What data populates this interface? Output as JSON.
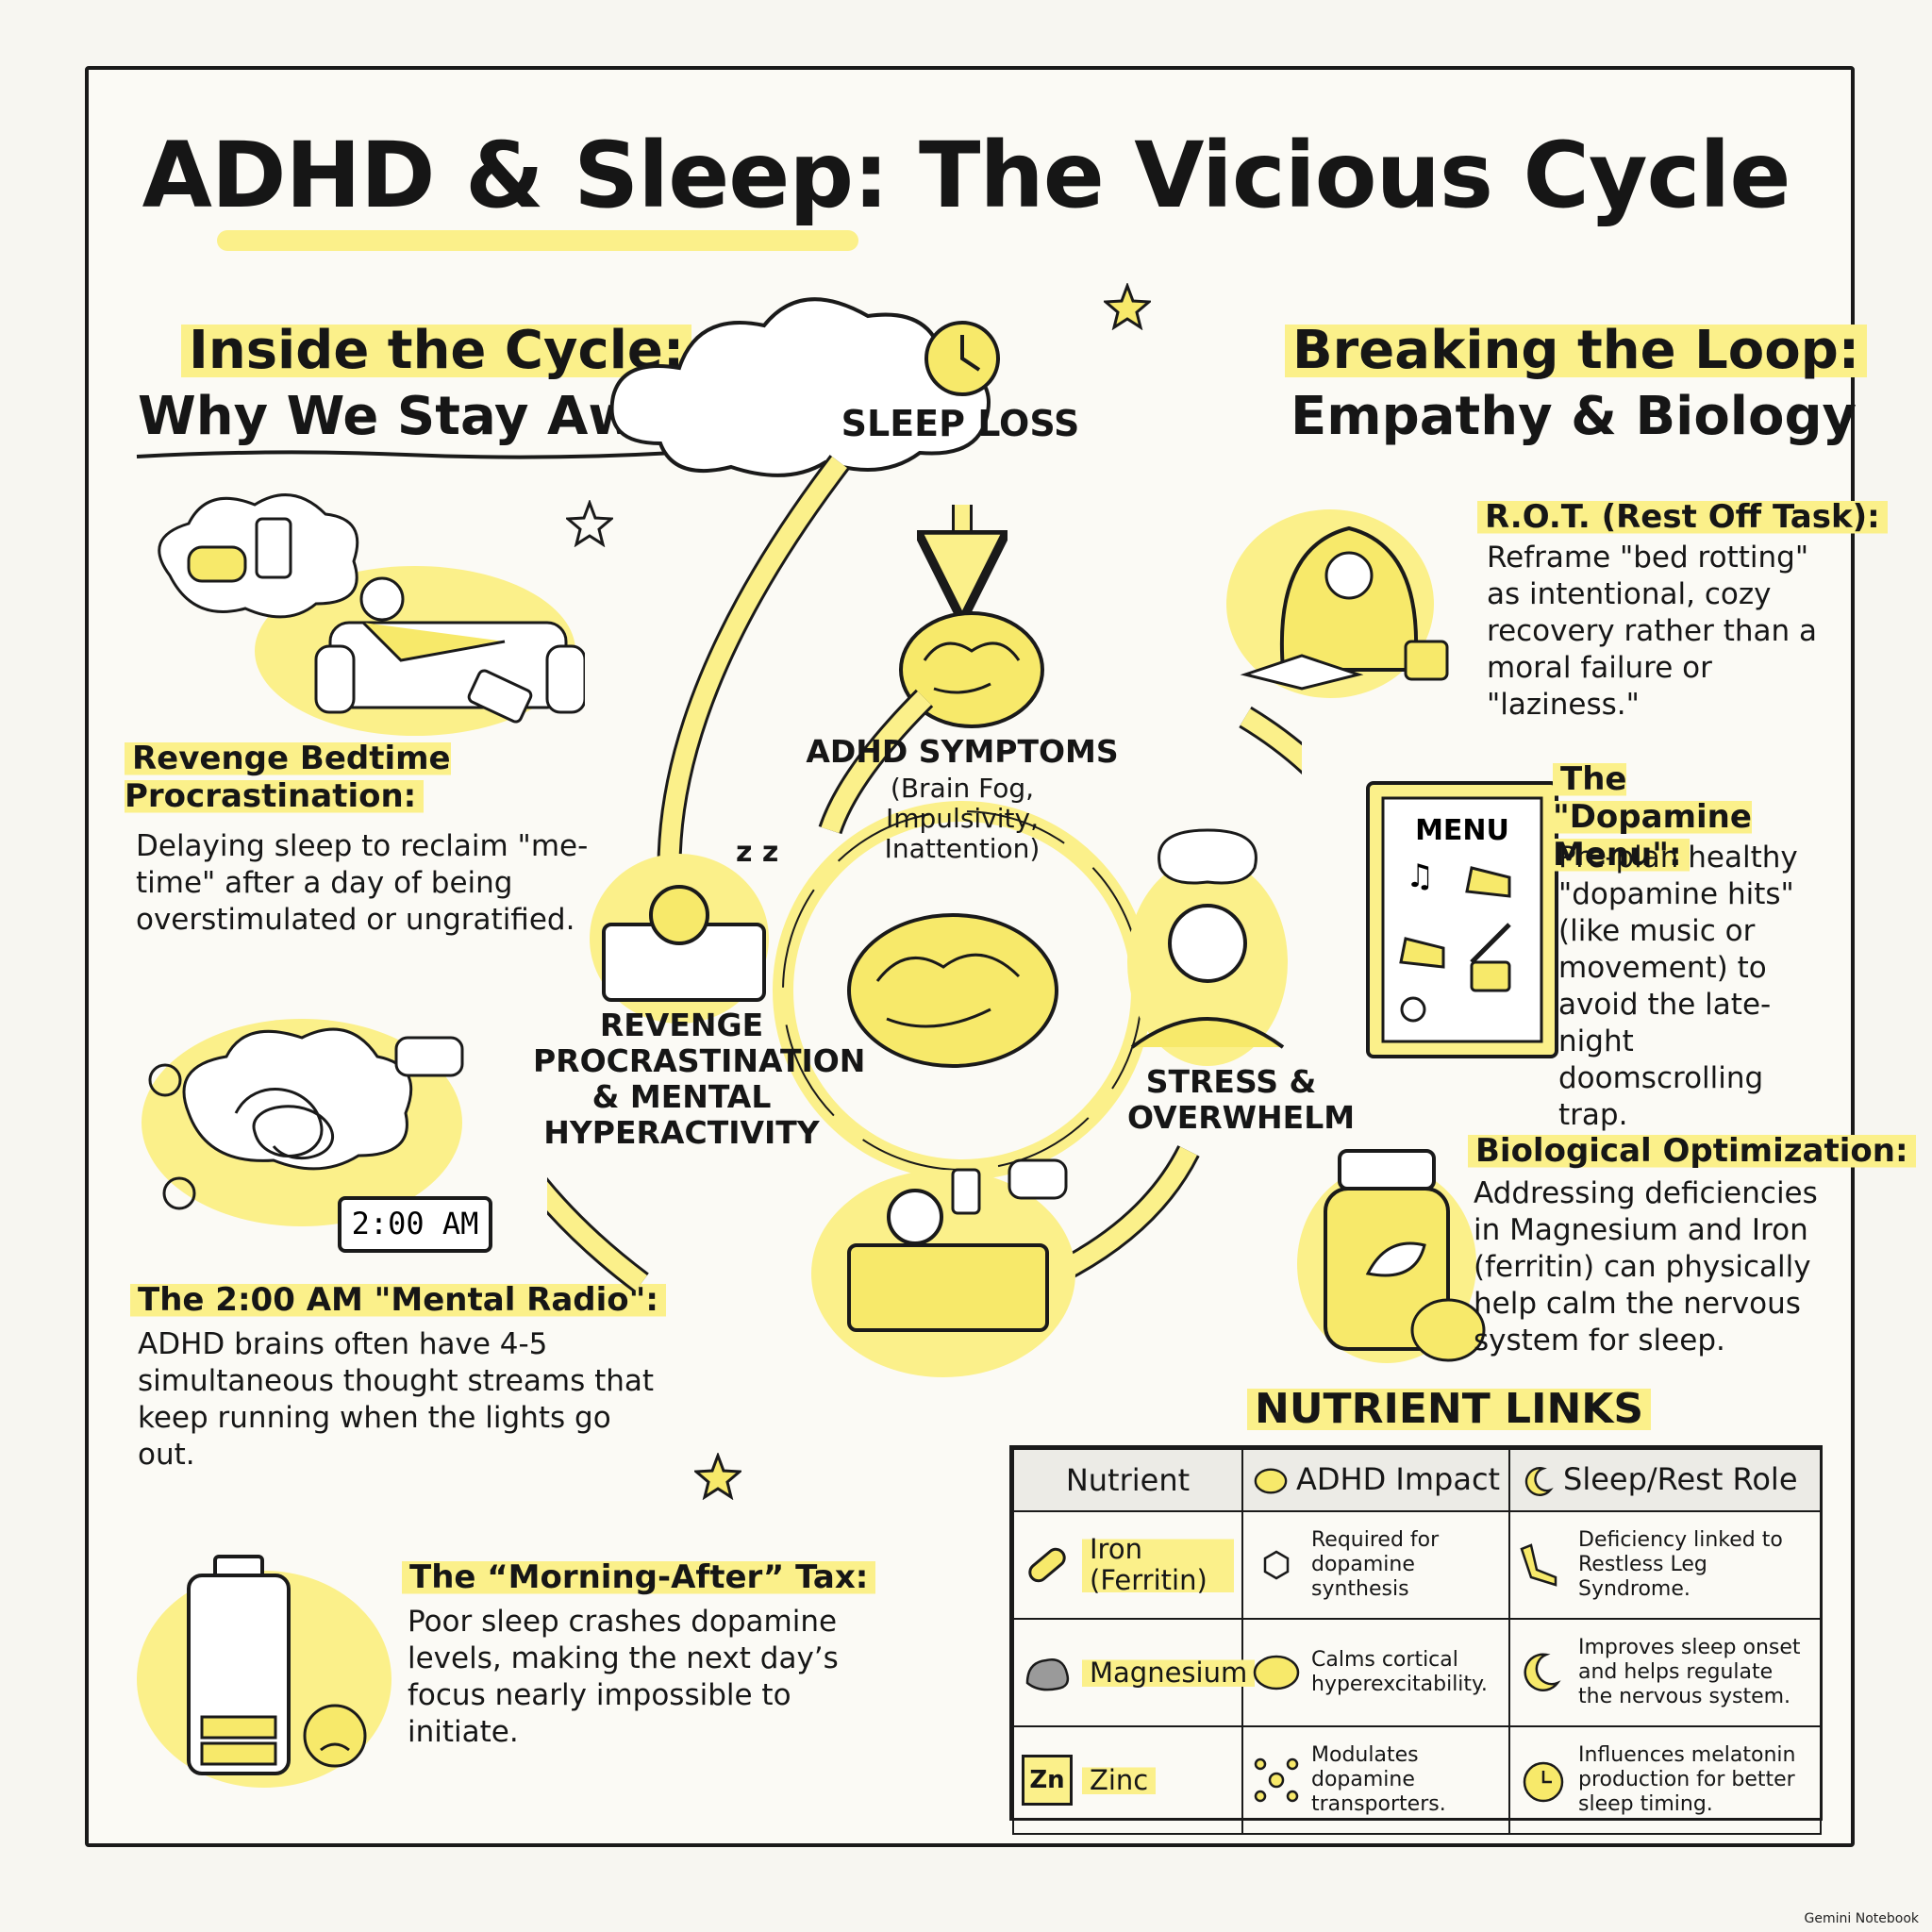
{
  "title": "ADHD & Sleep: The Vicious Cycle",
  "left": {
    "heading1": "Inside the Cycle:",
    "heading2": "Why We Stay Awake",
    "items": [
      {
        "title": "Revenge Bedtime Procrastination:",
        "body": "Delaying sleep to reclaim \"me-time\" after a day of being overstimulated or ungratified."
      },
      {
        "title": "The 2:00 AM \"Mental Radio\":",
        "body": "ADHD brains often have 4-5 simultaneous thought streams that keep running when the lights go out."
      },
      {
        "title": "The “Morning-After” Tax:",
        "body": "Poor sleep crashes dopamine levels, making the next day’s focus nearly impossible to initiate."
      }
    ],
    "clock_text": "2:00 AM"
  },
  "cycle": {
    "sleep_loss": "SLEEP LOSS",
    "symptoms_title": "ADHD SYMPTOMS",
    "symptoms_sub": "(Brain Fog, Impulsivity, Inattention)",
    "stress": "STRESS & OVERWHELM",
    "revenge": "REVENGE PROCRASTINATION & MENTAL HYPERACTIVITY",
    "zz": "z z"
  },
  "right": {
    "heading1": "Breaking the Loop:",
    "heading2": "Empathy & Biology",
    "items": [
      {
        "title": "R.O.T. (Rest Off Task):",
        "body": "Reframe \"bed rotting\" as intentional, cozy recovery rather than a moral failure or \"laziness.\""
      },
      {
        "title": "The \"Dopamine Menu\":",
        "body": "Pre-plan healthy \"dopamine hits\" (like music or movement) to avoid the late-night doomscrolling trap."
      },
      {
        "title": "Biological Optimization:",
        "body": "Addressing deficiencies in Magnesium and Iron (ferritin) can physically help calm the nervous system for sleep."
      }
    ],
    "menu_label": "MENU"
  },
  "nutrients": {
    "heading": "NUTRIENT LINKS",
    "columns": [
      "Nutrient",
      "ADHD Impact",
      "Sleep/Rest Role"
    ],
    "rows": [
      {
        "name": "Iron (Ferritin)",
        "impact": "Required for dopamine synthesis",
        "role": "Deficiency linked to Restless Leg Syndrome."
      },
      {
        "name": "Magnesium",
        "impact": "Calms cortical hyperexcitability.",
        "role": "Improves sleep onset and helps regulate the nervous system."
      },
      {
        "name": "Zinc",
        "impact": "Modulates dopamine transporters.",
        "role": "Influences melatonin production for better sleep timing."
      }
    ],
    "zinc_symbol": "Zn"
  },
  "credit": "Gemini Notebook",
  "colors": {
    "highlight": "#fbf08a",
    "ink": "#161616",
    "yellow_fill": "#f7e96a",
    "paper": "#fbfaf5"
  }
}
